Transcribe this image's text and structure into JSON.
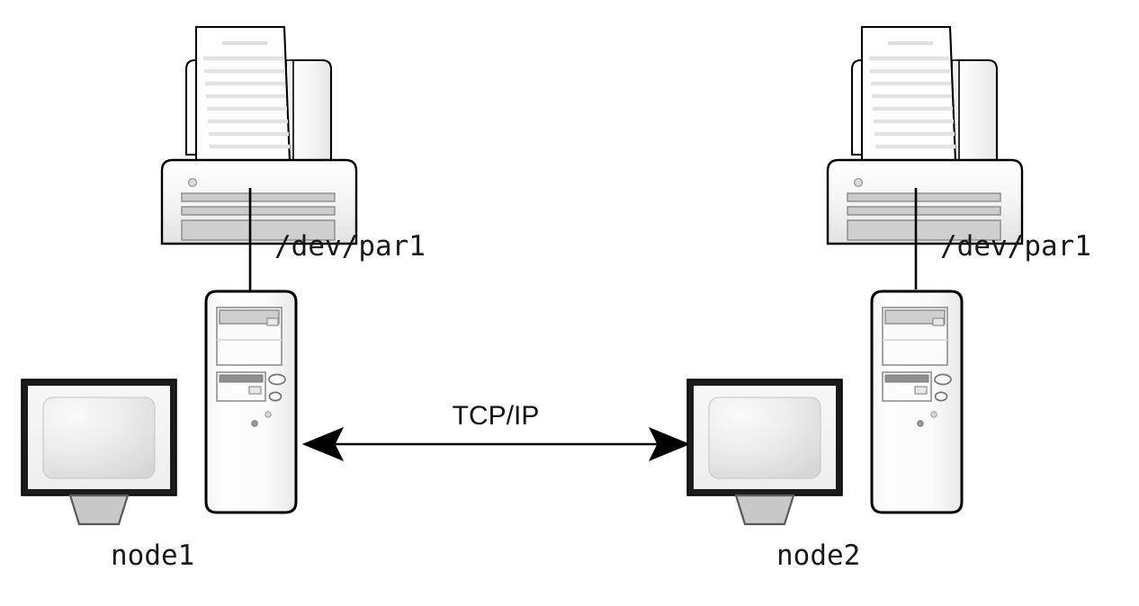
{
  "diagram": {
    "title": "Two-node cluster with parallel-port printers connected over TCP/IP",
    "background_color": "#ffffff",
    "line_color": "#000000",
    "device_fill_light": "#fdfdfd",
    "device_fill_gray": "#c9c9c9",
    "screen_fill": "#e8e8e8"
  },
  "nodes": [
    {
      "id": "node1",
      "label": "node1",
      "printer_link_label": "/dev/par1",
      "printer_name": "printer",
      "tower_name": "computer-tower",
      "monitor_name": "monitor"
    },
    {
      "id": "node2",
      "label": "node2",
      "printer_link_label": "/dev/par1",
      "printer_name": "printer",
      "tower_name": "computer-tower",
      "monitor_name": "monitor"
    }
  ],
  "connection": {
    "label": "TCP/IP",
    "arrow_style": "double-headed",
    "from": "node1",
    "to": "node2"
  },
  "icons": {
    "printer": "printer-icon",
    "paper": "paper-sheet-icon",
    "tower": "computer-tower-icon",
    "monitor": "monitor-icon",
    "cable": "cable-line",
    "network_arrow": "double-arrow-icon"
  }
}
